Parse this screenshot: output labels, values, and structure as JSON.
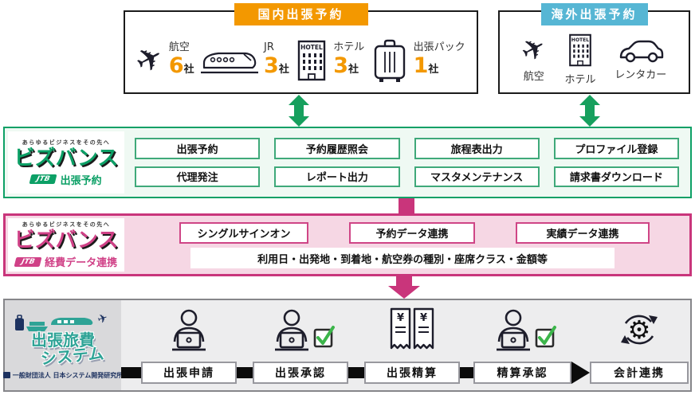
{
  "colors": {
    "orange": "#F39800",
    "blue": "#56B6D4",
    "green": "#0CA066",
    "green_bg": "#EFF9F3",
    "pink": "#C9357B",
    "pink_logo": "#D04187",
    "pink_bg": "#F6D7E4",
    "gray_border": "#86868A",
    "gray_bg": "#EDEDEE",
    "gray_panel": "#D9D9DB",
    "teal": "#2EA396",
    "navy": "#1D3260"
  },
  "domestic_box": {
    "title": "国内出張予約",
    "items": [
      {
        "icon": "airplane-icon",
        "label": "航空",
        "count": "6",
        "unit": "社"
      },
      {
        "icon": "bullet-train-icon",
        "label": "JR",
        "count": "3",
        "unit": "社"
      },
      {
        "icon": "hotel-icon",
        "label": "ホテル",
        "count": "3",
        "unit": "社"
      },
      {
        "icon": "suitcase-icon",
        "label": "出張パック",
        "count": "1",
        "unit": "社"
      }
    ]
  },
  "overseas_box": {
    "title": "海外出張予約",
    "items": [
      {
        "icon": "airplane-icon",
        "label": "航空"
      },
      {
        "icon": "hotel-icon",
        "label": "ホテル"
      },
      {
        "icon": "car-icon",
        "label": "レンタカー"
      }
    ]
  },
  "bizvance_booking": {
    "tagline": "あらゆるビジネスをその先へ",
    "logo": "ビズバンス",
    "badge": "JTB",
    "subtitle": "出張予約",
    "features": [
      "出張予約",
      "予約履歴照会",
      "旅程表出力",
      "プロファイル登録",
      "代理発注",
      "レポート出力",
      "マスタメンテナンス",
      "請求書ダウンロード"
    ]
  },
  "bizvance_expense": {
    "tagline": "あらゆるビジネスをその先へ",
    "logo": "ビズバンス",
    "badge": "JTB",
    "subtitle": "経費データ連携",
    "buttons": [
      "シングルサインオン",
      "予約データ連携",
      "実績データ連携"
    ],
    "data_bar": "利用日・出発地・到着地・航空券の種別・座席クラス・金額等"
  },
  "expense_system": {
    "logo_line1": "出張旅費",
    "logo_line2": "システム",
    "org": "一般財団法人 日本システム開発研究所",
    "hotel_sign": "HOTEL",
    "yen": "¥",
    "gear": "⚙",
    "steps": [
      {
        "icon": "person-laptop-icon",
        "label": "出張申請"
      },
      {
        "icon": "person-laptop-check-icon",
        "label": "出張承認"
      },
      {
        "icon": "receipts-icon",
        "label": "出張精算"
      },
      {
        "icon": "person-laptop-check-icon",
        "label": "精算承認"
      },
      {
        "icon": "gear-sync-icon",
        "label": "会計連携"
      }
    ]
  }
}
